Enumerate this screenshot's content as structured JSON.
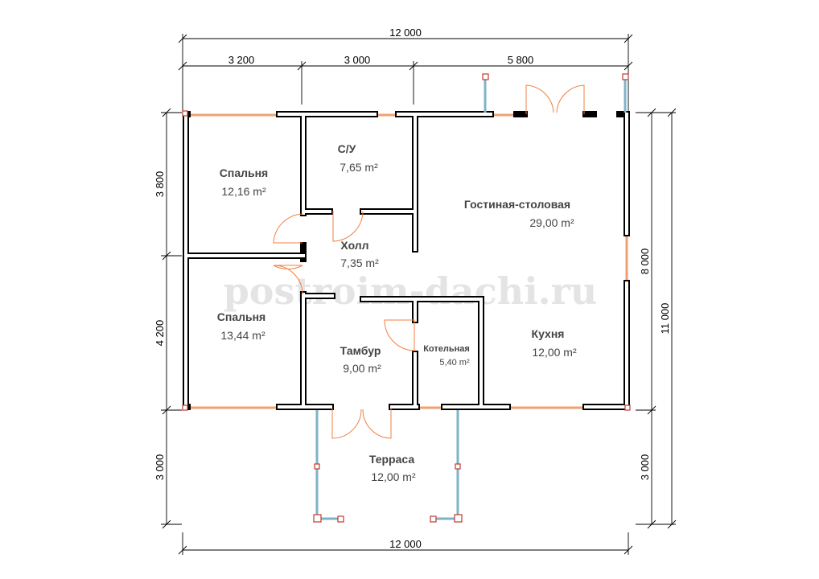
{
  "dimensions": {
    "top_total": "12 000",
    "top_segments": [
      "3 200",
      "3 000",
      "5 800"
    ],
    "bottom_total": "12 000",
    "left_segments": [
      "3 800",
      "4 200",
      "3 000"
    ],
    "right_inner": "8 000",
    "right_terrace": "3 000",
    "right_total": "11 000"
  },
  "rooms": {
    "bedroom1": {
      "name": "Спальня",
      "area": "12,16 m²"
    },
    "bathroom": {
      "name": "С/У",
      "area": "7,65 m²"
    },
    "living": {
      "name": "Гостиная-столовая",
      "area": "29,00 m²"
    },
    "hall": {
      "name": "Холл",
      "area": "7,35 m²"
    },
    "bedroom2": {
      "name": "Спальня",
      "area": "13,44 m²"
    },
    "vestibule": {
      "name": "Тамбур",
      "area": "9,00 m²"
    },
    "boiler": {
      "name": "Котельная",
      "area": "5,40 m²"
    },
    "kitchen": {
      "name": "Кухня",
      "area": "12,00 m²"
    },
    "terrace": {
      "name": "Терраса",
      "area": "12,00 m²"
    }
  },
  "watermark": "postroim-dachi.ru"
}
